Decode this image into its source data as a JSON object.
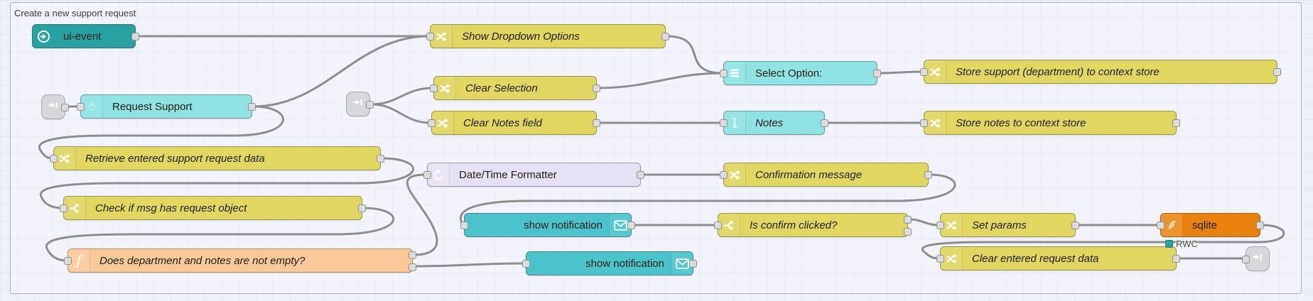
{
  "app": {
    "name": "Node-RED flow editor canvas"
  },
  "group": {
    "label": "Create a new support request"
  },
  "colors": {
    "canvas": "#eef0f9",
    "wire": "#8e8e8e",
    "teal": "#2AA1A1",
    "yellow": "#E0D662",
    "cyan": "#8FE3E3",
    "lavender": "#E7E1F5",
    "notification_teal": "#4CC2CA",
    "sqlite_orange": "#E8820D",
    "function_peach": "#FBC998",
    "link_gray": "#D7D7DB",
    "status_teal": "#33A099"
  },
  "nodes": [
    {
      "label": "ui-event",
      "kind": "ui-event",
      "icon": "circle-arrow-right-icon"
    },
    {
      "label": "Show Dropdown Options",
      "kind": "change",
      "icon": "shuffle-icon"
    },
    {
      "label": "Select Option:",
      "kind": "ui-dropdown",
      "icon": "list-bars-icon"
    },
    {
      "label": "Store support (department) to context store",
      "kind": "change",
      "icon": "shuffle-icon"
    },
    {
      "label": "Clear Selection",
      "kind": "change",
      "icon": "shuffle-icon"
    },
    {
      "label": "link in",
      "kind": "link-in",
      "icon": "link-arrow-icon"
    },
    {
      "label": "Request Support",
      "kind": "ui-button",
      "icon": "hand-pointer-icon"
    },
    {
      "label": "link in",
      "kind": "link-in",
      "icon": "link-arrow-icon"
    },
    {
      "label": "Clear Notes field",
      "kind": "change",
      "icon": "shuffle-icon"
    },
    {
      "label": "Notes",
      "kind": "ui-text-input",
      "icon": "text-cursor-icon"
    },
    {
      "label": "Store notes to context store",
      "kind": "change",
      "icon": "shuffle-icon"
    },
    {
      "label": "Retrieve entered support request data",
      "kind": "change",
      "icon": "shuffle-icon"
    },
    {
      "label": "Date/Time Formatter",
      "kind": "moment",
      "icon": "timer-icon"
    },
    {
      "label": "Confirmation message",
      "kind": "change",
      "icon": "shuffle-icon"
    },
    {
      "label": "Check if msg has request object",
      "kind": "switch",
      "icon": "fork-icon"
    },
    {
      "label": "show notification",
      "kind": "ui-notification",
      "icon": "envelope-icon"
    },
    {
      "label": "Is confirm clicked?",
      "kind": "switch",
      "icon": "fork-icon",
      "outputs": 2
    },
    {
      "label": "Set params",
      "kind": "change",
      "icon": "shuffle-icon"
    },
    {
      "label": "sqlite",
      "kind": "sqlite",
      "icon": "feather-icon",
      "status": "RWC"
    },
    {
      "label": "Does department and notes are not empty?",
      "kind": "function",
      "icon": "function-icon",
      "outputs": 2
    },
    {
      "label": "show notification",
      "kind": "ui-notification",
      "icon": "envelope-icon"
    },
    {
      "label": "Clear entered request data",
      "kind": "change",
      "icon": "shuffle-icon"
    },
    {
      "label": "link out",
      "kind": "link-out",
      "icon": "link-arrow-icon"
    }
  ],
  "status": {
    "sqlite_status": "RWC"
  },
  "connections": [
    {
      "from": "ui-event",
      "to": "Show Dropdown Options"
    },
    {
      "from": "Request Support",
      "to": "Show Dropdown Options"
    },
    {
      "from": "Request Support",
      "to": "Retrieve entered support request data"
    },
    {
      "from": "link in 1",
      "to": "Request Support"
    },
    {
      "from": "link in 2",
      "to": "Clear Selection"
    },
    {
      "from": "link in 2",
      "to": "Clear Notes field"
    },
    {
      "from": "Show Dropdown Options",
      "to": "Select Option:"
    },
    {
      "from": "Clear Selection",
      "to": "Select Option:"
    },
    {
      "from": "Select Option:",
      "to": "Store support (department) to context store"
    },
    {
      "from": "Clear Notes field",
      "to": "Notes"
    },
    {
      "from": "Notes",
      "to": "Store notes to context store"
    },
    {
      "from": "Retrieve entered support request data",
      "to": "Check if msg has request object"
    },
    {
      "from": "Check if msg has request object",
      "to": "Does department and notes are not empty?"
    },
    {
      "from": "Does department and notes are not empty? (output 1)",
      "to": "Date/Time Formatter"
    },
    {
      "from": "Does department and notes are not empty? (output 2)",
      "to": "show notification 2"
    },
    {
      "from": "Date/Time Formatter",
      "to": "Confirmation message"
    },
    {
      "from": "Confirmation message",
      "to": "show notification 1"
    },
    {
      "from": "show notification 1",
      "to": "Is confirm clicked?"
    },
    {
      "from": "Is confirm clicked? (output 1)",
      "to": "Set params"
    },
    {
      "from": "Set params",
      "to": "sqlite"
    },
    {
      "from": "sqlite",
      "to": "Clear entered request data"
    },
    {
      "from": "Clear entered request data",
      "to": "link out"
    }
  ]
}
